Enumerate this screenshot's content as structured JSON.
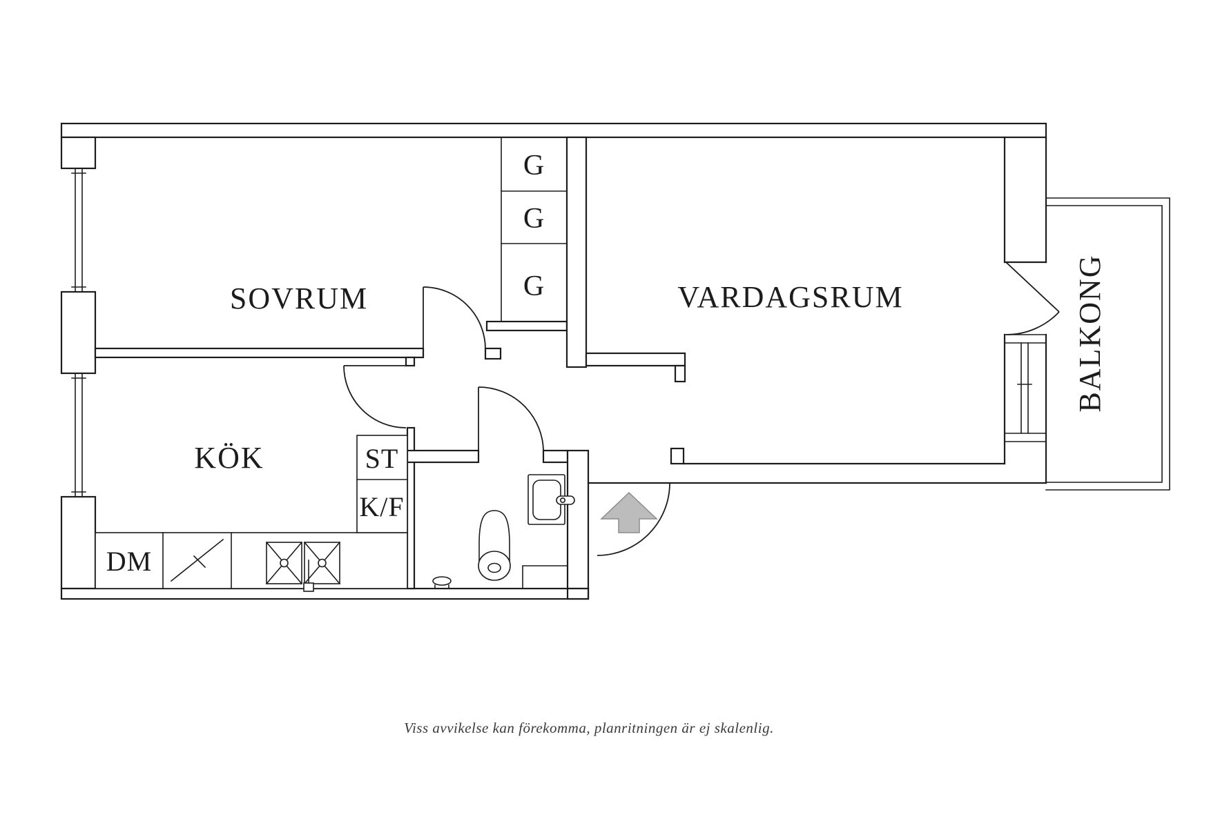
{
  "rooms": {
    "bedroom": "SOVRUM",
    "living_room": "VARDAGSRUM",
    "kitchen": "KÖK",
    "balcony": "BALKONG"
  },
  "closets": [
    "G",
    "G",
    "G"
  ],
  "kitchen_units": {
    "cleaning_cabinet": "ST",
    "fridge_freezer": "K/F",
    "dishwasher": "DM"
  },
  "disclaimer": "Viss avvikelse kan förekomma, planritningen är ej skalenlig.",
  "colors": {
    "wall": "#1c1c1c",
    "entry_arrow_fill": "#bcbcbc",
    "entry_arrow_stroke": "#8c8c8c",
    "background": "#ffffff"
  }
}
